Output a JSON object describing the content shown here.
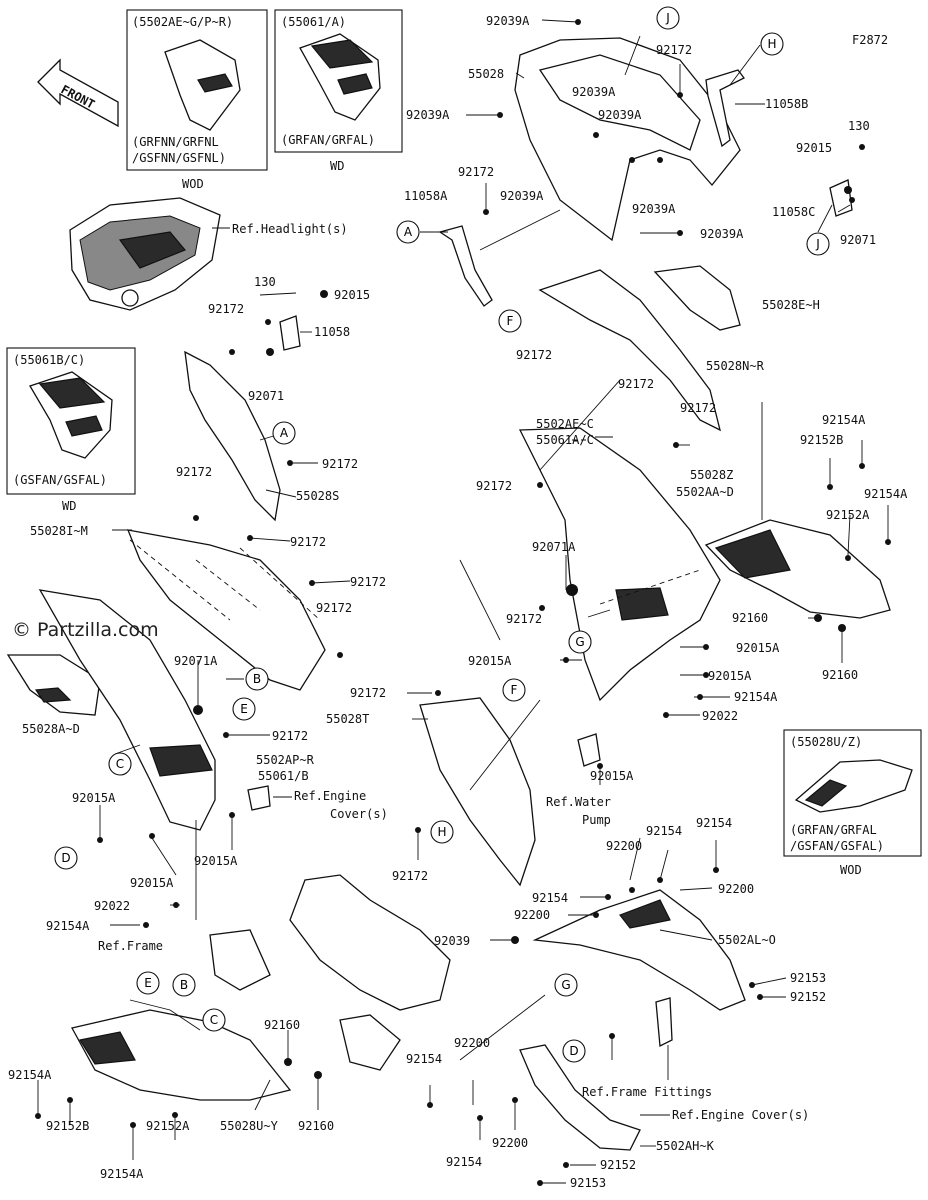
{
  "diagram_code": "F2872",
  "watermark": "© Partzilla.com",
  "front_label": "FRONT",
  "variant_boxes": [
    {
      "code": "(5502AE~G/P~R)",
      "models": [
        "(GRFNN/GRFNL",
        "/GSFNN/GSFNL)"
      ],
      "tag": "WOD"
    },
    {
      "code": "(55061/A)",
      "models": [
        "(GRFAN/GRFAL)"
      ],
      "tag": "WD"
    },
    {
      "code": "(55061B/C)",
      "models": [
        "(GSFAN/GSFAL)"
      ],
      "tag": "WD"
    },
    {
      "code": "(55028U/Z)",
      "models": [
        "(GRFAN/GRFAL",
        "/GSFAN/GSFAL)"
      ],
      "tag": "WOD"
    }
  ],
  "references": {
    "headlight": "Ref.Headlight(s)",
    "engine_cover_1": "Ref.Engine",
    "engine_cover_1b": "Cover(s)",
    "water_pump_1": "Ref.Water",
    "water_pump_2": "Pump",
    "frame": "Ref.Frame",
    "frame_fittings": "Ref.Frame Fittings",
    "engine_cover_2": "Ref.Engine Cover(s)"
  },
  "callouts": {
    "A": "A",
    "B": "B",
    "C": "C",
    "D": "D",
    "E": "E",
    "F": "F",
    "G": "G",
    "H": "H",
    "J": "J"
  },
  "parts": {
    "p92039A": "92039A",
    "p55028": "55028",
    "p92172": "92172",
    "p11058B": "11058B",
    "p11058A": "11058A",
    "p130": "130",
    "p92015": "92015",
    "p11058C": "11058C",
    "p92071": "92071",
    "p11058": "11058",
    "p55028EH": "55028E~H",
    "p55028NR": "55028N~R",
    "p5502AEC": "5502AE~C",
    "p55061AC": "55061A/C",
    "p92154A": "92154A",
    "p92152B": "92152B",
    "p55028Z": "55028Z",
    "p5502AAD": "5502AA~D",
    "p92152A": "92152A",
    "p55028S": "55028S",
    "p55028IM": "55028I~M",
    "p92071A": "92071A",
    "p92160": "92160",
    "p92015A": "92015A",
    "p92022": "92022",
    "p55028T": "55028T",
    "p55028AD": "55028A~D",
    "p5502APR": "5502AP~R",
    "p55061B": "55061/B",
    "p92154": "92154",
    "p92200": "92200",
    "p92039": "92039",
    "p5502ALO": "5502AL~O",
    "p92153": "92153",
    "p92152": "92152",
    "p55028UY": "55028U~Y",
    "p5502AHK": "5502AH~K"
  }
}
